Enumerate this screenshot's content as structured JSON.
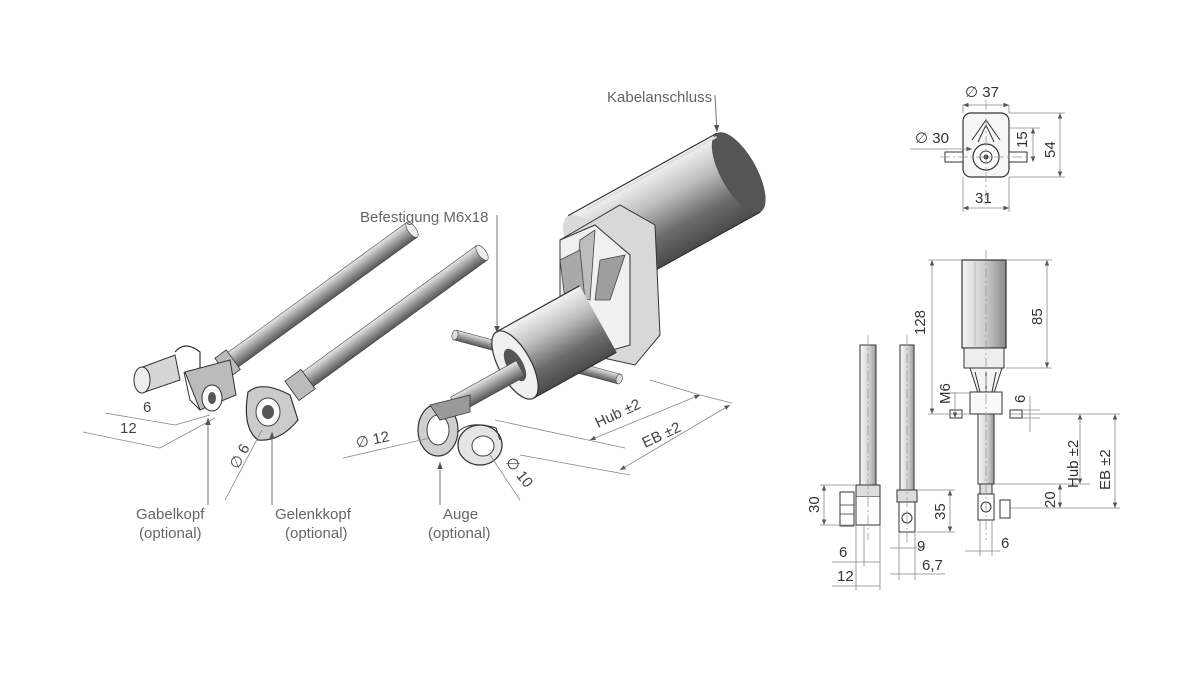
{
  "labels": {
    "cable": "Kabelanschluss",
    "mount": "Befestigung M6x18",
    "fork_head": "Gabelkopf",
    "rod_end": "Gelenkkopf",
    "eye": "Auge",
    "optional": "(optional)"
  },
  "iso_dims": {
    "fork_w6": "6",
    "fork_w12": "12",
    "rod_d6": "∅ 6",
    "eye_d12": "∅ 12",
    "eye_d10": "∅ 10",
    "hub": "Hub ±2",
    "eb": "EB ±2"
  },
  "top_view": {
    "d37": "∅ 37",
    "d30": "∅ 30",
    "h15": "15",
    "h54": "54",
    "w31": "31"
  },
  "side_view": {
    "h128": "128",
    "h85": "85",
    "m6": "M6",
    "w6": "6",
    "hub": "Hub ±2",
    "eb": "EB ±2",
    "h20": "20",
    "eye_w6": "6",
    "fork_h30": "30",
    "fork_w6": "6",
    "fork_w12": "12",
    "rodend_h35": "35",
    "rodend_w9": "9",
    "rodend_w67": "6,7"
  },
  "colors": {
    "body_dark": "#5a5a5a",
    "body_mid": "#9a9a9a",
    "body_light": "#e6e6e6",
    "leader": "#777777"
  }
}
